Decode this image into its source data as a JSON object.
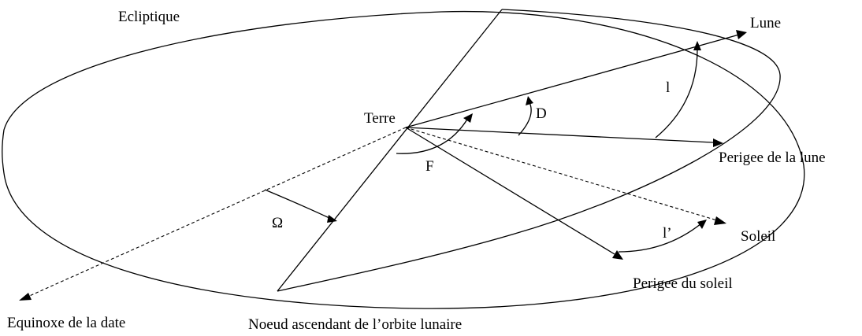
{
  "labels": {
    "ecliptique": "Ecliptique",
    "lune": "Lune",
    "terre": "Terre",
    "angle_d": "D",
    "angle_l": "l",
    "angle_f": "F",
    "perigee_lune": "Perigee de la lune",
    "angle_omega": "Ω",
    "soleil": "Soleil",
    "angle_l_prime": "l’",
    "perigee_soleil": "Perigee du soleil",
    "equinoxe": "Equinoxe de la date",
    "noeud": "Noeud ascendant de l’orbite lunaire"
  },
  "colors": {
    "line": "#000000",
    "background": "#ffffff"
  }
}
